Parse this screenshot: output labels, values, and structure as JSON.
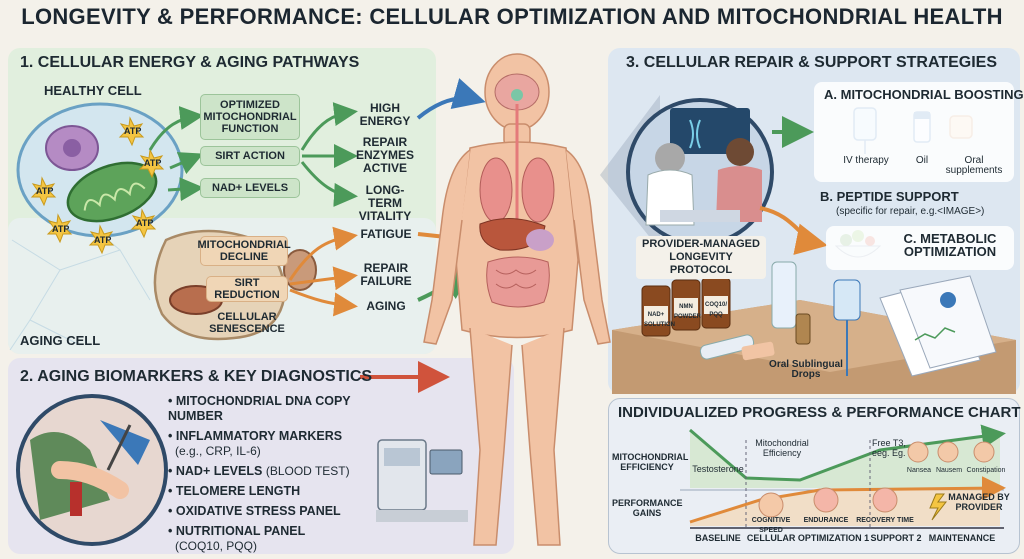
{
  "title": "LONGEVITY & PERFORMANCE: CELLULAR OPTIMIZATION AND MITOCHONDRIAL HEALTH",
  "section1": {
    "heading": "1. CELLULAR ENERGY & AGING PATHWAYS",
    "healthy_cell": "HEALTHY CELL",
    "aging_cell": "AGING CELL",
    "atp": "ATP",
    "healthy_factors": [
      "OPTIMIZED MITOCHONDRIAL FUNCTION",
      "SIRT ACTION",
      "NAD+ LEVELS"
    ],
    "healthy_outcomes": [
      "HIGH ENERGY",
      "REPAIR ENZYMES ACTIVE",
      "LONG-TERM VITALITY"
    ],
    "aging_factors": [
      "MITOCHONDRIAL DECLINE",
      "SIRT REDUCTION",
      "CELLULAR SENESCENCE"
    ],
    "aging_outcomes": [
      "FATIGUE",
      "REPAIR FAILURE",
      "AGING"
    ]
  },
  "section2": {
    "heading": "2. AGING BIOMARKERS & KEY DIAGNOSTICS",
    "items": [
      {
        "main": "MITOCHONDRIAL DNA COPY NUMBER",
        "sub": ""
      },
      {
        "main": "INFLAMMATORY MARKERS",
        "sub": "(e.g., CRP, IL-6)"
      },
      {
        "main": "NAD+ LEVELS",
        "sub": "(BLOOD TEST)"
      },
      {
        "main": "TELOMERE LENGTH",
        "sub": ""
      },
      {
        "main": "OXIDATIVE STRESS PANEL",
        "sub": ""
      },
      {
        "main": "NUTRITIONAL PANEL",
        "sub": "(COQ10, PQQ)"
      }
    ]
  },
  "section3": {
    "heading": "3. CELLULAR REPAIR & SUPPORT STRATEGIES",
    "provider_caption": "PROVIDER-MANAGED LONGEVITY PROTOCOL",
    "a_heading": "A. MITOCHONDRIAL BOOSTING",
    "a_items": [
      "IV therapy",
      "Oil",
      "Oral supplements"
    ],
    "b_heading": "B. PEPTIDE SUPPORT",
    "b_sub": "(specific for repair, e.g.<IMAGE>)",
    "c_heading": "C. METABOLIC OPTIMIZATION",
    "bottles": [
      "NAD+ SOLUTION",
      "NMN POWDER",
      "COQ10/ PQQ"
    ],
    "drops_label": "Oral Sublingual Drops"
  },
  "section4": {
    "heading": "INDIVIDUALIZED PROGRESS & PERFORMANCE CHART",
    "row_labels": [
      "MITOCHONDRIAL EFFICIENCY",
      "PERFORMANCE GAINS"
    ],
    "callouts": [
      "Testosterone",
      "Mitochondrial Efficiency",
      "Free T3, eeg. Eg."
    ],
    "side_effects": [
      "Nansea",
      "Nausem",
      "Constipation"
    ],
    "gains": [
      "COGNITIVE SPEED",
      "ENDURANCE",
      "RECOVERY TIME"
    ],
    "managed": "MANAGED BY PROVIDER",
    "phases": [
      "BASELINE",
      "CELLULAR OPTIMIZATION 1",
      "SUPPORT 2",
      "MAINTENANCE"
    ]
  },
  "colors": {
    "green": "#4c9a5a",
    "orange": "#e08a3a",
    "blue": "#3b78b8",
    "skin": "#f2c3a4"
  }
}
